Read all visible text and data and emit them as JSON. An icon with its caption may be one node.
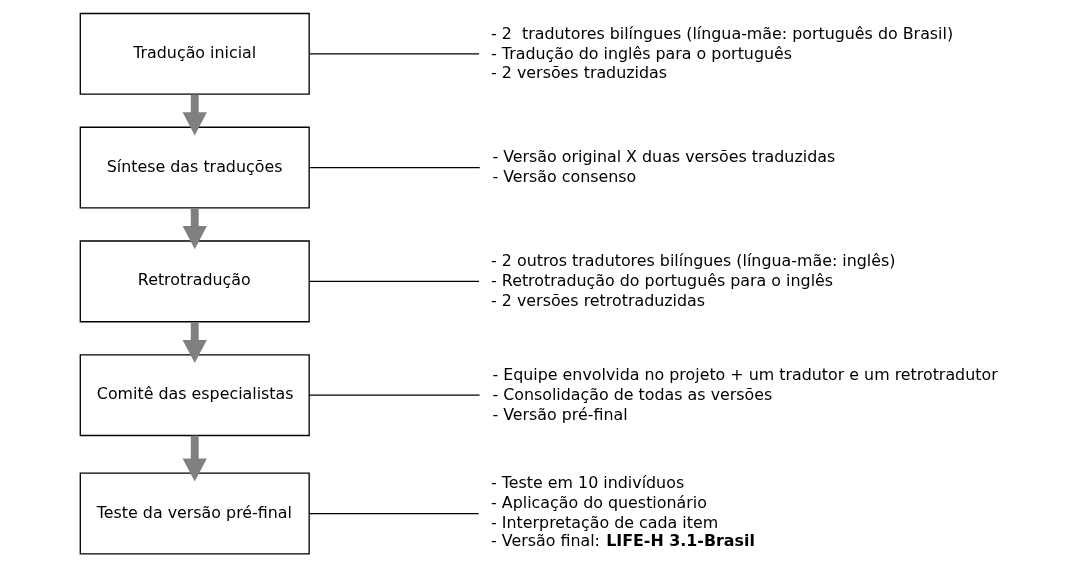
{
  "diagram": {
    "nodes": [
      {
        "text": [
          "Tradução inicial"
        ]
      },
      {
        "text": [
          "- 2  tradutores bilíngues (língua-mãe: português do Brasil)",
          "- Tradução do inglês para o português",
          "- 2 versões traduzidas"
        ]
      },
      {
        "text": [
          "Síntese das traduções"
        ]
      },
      {
        "text": [
          "- Versão original X duas versões traduzidas",
          "- Versão consenso"
        ]
      },
      {
        "text": [
          "Retrotradução"
        ]
      },
      {
        "text": [
          "- 2 outros tradutores bilíngues (língua-mãe: inglês)",
          "- Retrotradução do português para o inglês",
          "- 2 versões retrotraduzidas"
        ]
      },
      {
        "text": [
          "Comitê das especialistas"
        ]
      },
      {
        "text": [
          "- Equipe envolvida no projeto + um tradutor e um retrotradutor",
          "- Consolidação de todas as versões",
          "- Versão pré-final"
        ]
      },
      {
        "text": [
          "Teste da versão pré-final"
        ]
      },
      {
        "text": [
          "- Teste em 10 indivíduos",
          "- Aplicação do questionário",
          "- Interpretação de cada item",
          "- Versão final: **LIFE-H 3.1-Brasil**"
        ]
      }
    ],
    "edges": [
      {
        "from": 0,
        "to": 1,
        "arrow": "none"
      },
      {
        "from": 0,
        "to": 2,
        "arrow": "to",
        "style": "thick",
        "color": "#808080"
      },
      {
        "from": 2,
        "to": 3,
        "arrow": "none"
      },
      {
        "from": 2,
        "to": 4,
        "arrow": "to",
        "style": "thick",
        "color": "#808080"
      },
      {
        "from": 4,
        "to": 5,
        "arrow": "none"
      },
      {
        "from": 4,
        "to": 6,
        "arrow": "to",
        "style": "thick",
        "color": "#808080"
      },
      {
        "from": 6,
        "to": 7,
        "arrow": "none"
      },
      {
        "from": 6,
        "to": 8,
        "arrow": "to",
        "style": "thick",
        "color": "#808080"
      },
      {
        "from": 8,
        "to": 9,
        "arrow": "none"
      }
    ]
  }
}
